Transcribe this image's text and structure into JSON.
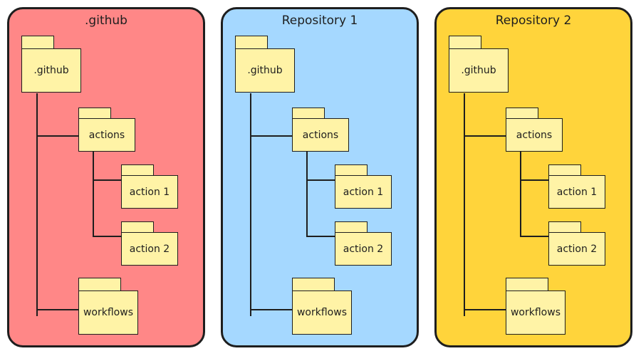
{
  "panels": [
    {
      "title": ".github",
      "color": "#ff8787"
    },
    {
      "title": "Repository 1",
      "color": "#a5d8ff"
    },
    {
      "title": "Repository 2",
      "color": "#ffd43b"
    }
  ],
  "tree": {
    "root": ".github",
    "actions": "actions",
    "action1": "action 1",
    "action2": "action 2",
    "workflows": "workflows"
  }
}
